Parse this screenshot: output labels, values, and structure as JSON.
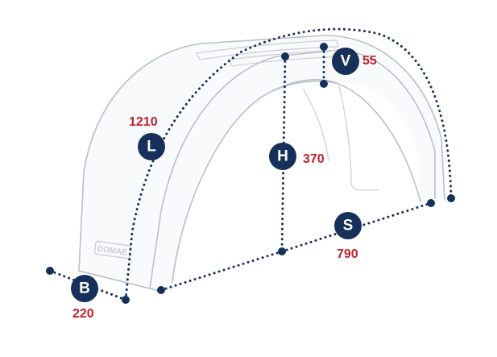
{
  "logo": {
    "text": "DOMAE"
  },
  "dimensions": [
    {
      "id": "length",
      "letter": "L",
      "value": "1210"
    },
    {
      "id": "height",
      "letter": "H",
      "value": "370"
    },
    {
      "id": "span",
      "letter": "S",
      "value": "790"
    },
    {
      "id": "width",
      "letter": "B",
      "value": "220"
    },
    {
      "id": "vertical-offset",
      "letter": "V",
      "value": "55"
    }
  ],
  "colors": {
    "badge": "#16305a",
    "value_text": "#c0202a",
    "outline": "#b9c0c9"
  }
}
